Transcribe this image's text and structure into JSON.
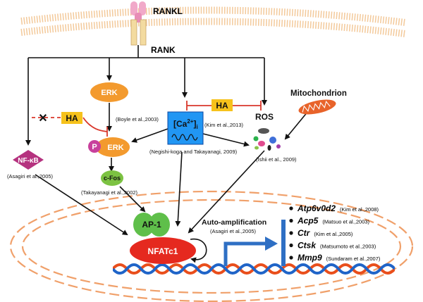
{
  "receptor": {
    "ligand": "RANKL",
    "receptor": "RANK"
  },
  "nodes": {
    "erk": "ERK",
    "p": "P",
    "perk": "ERK",
    "cfos": "c-Fos",
    "ap1": "AP-1",
    "nfatc1": "NFATc1",
    "nfkb": "NF-κB",
    "ha_left": "HA",
    "ha_top": "HA",
    "ros": "ROS",
    "mito": "Mitochondrion",
    "ca_base": "[Ca",
    "ca_sup": "2+",
    "ca_close": "]",
    "ca_sub": "i",
    "cross": "✕"
  },
  "citations": {
    "boyle": "(Boyle et al.,2003)",
    "kim2013": "(Kim  et al.,2013)",
    "negishi": "(Negishi-koga and Takayanagi, 2009)",
    "ishii": "(Ishii et al., 2009)",
    "asagiri_nfkb": "(Asagiri et al.,2005)",
    "takayanagi": "(Takayanagi et al.,2002)",
    "auto_title": "Auto-amplification",
    "auto_cite": "(Asagiri et al.,2005)"
  },
  "genes": [
    {
      "name": "Atp6v0d2",
      "cite": "(Kim  et al.,2008)"
    },
    {
      "name": "Acp5",
      "cite": "(Matsuo et al.,2003)"
    },
    {
      "name": "Ctr",
      "cite": "(Kim et al.,2005)"
    },
    {
      "name": "Ctsk",
      "cite": "(Matsumoto et al.,2003)"
    },
    {
      "name": "Mmp9",
      "cite": "(Sundaram et al.,2007)"
    }
  ],
  "colors": {
    "membrane": "#f3c99a",
    "erk": "#f39a2e",
    "cfos": "#7cc242",
    "ap1": "#5fbf4a",
    "nfatc1": "#e5291f",
    "nfkb": "#b5327f",
    "ha": "#f6c21c",
    "ca_box": "#2196f3",
    "inhibit": "#d9372b",
    "mito": "#e8632a",
    "dna_a": "#e94e1b",
    "dna_b": "#1f64c8",
    "nucleus": "#f0a06a",
    "promoter": "#2e6fc4",
    "ligand": "#f1a9c9",
    "p_circle": "#c8409c"
  }
}
